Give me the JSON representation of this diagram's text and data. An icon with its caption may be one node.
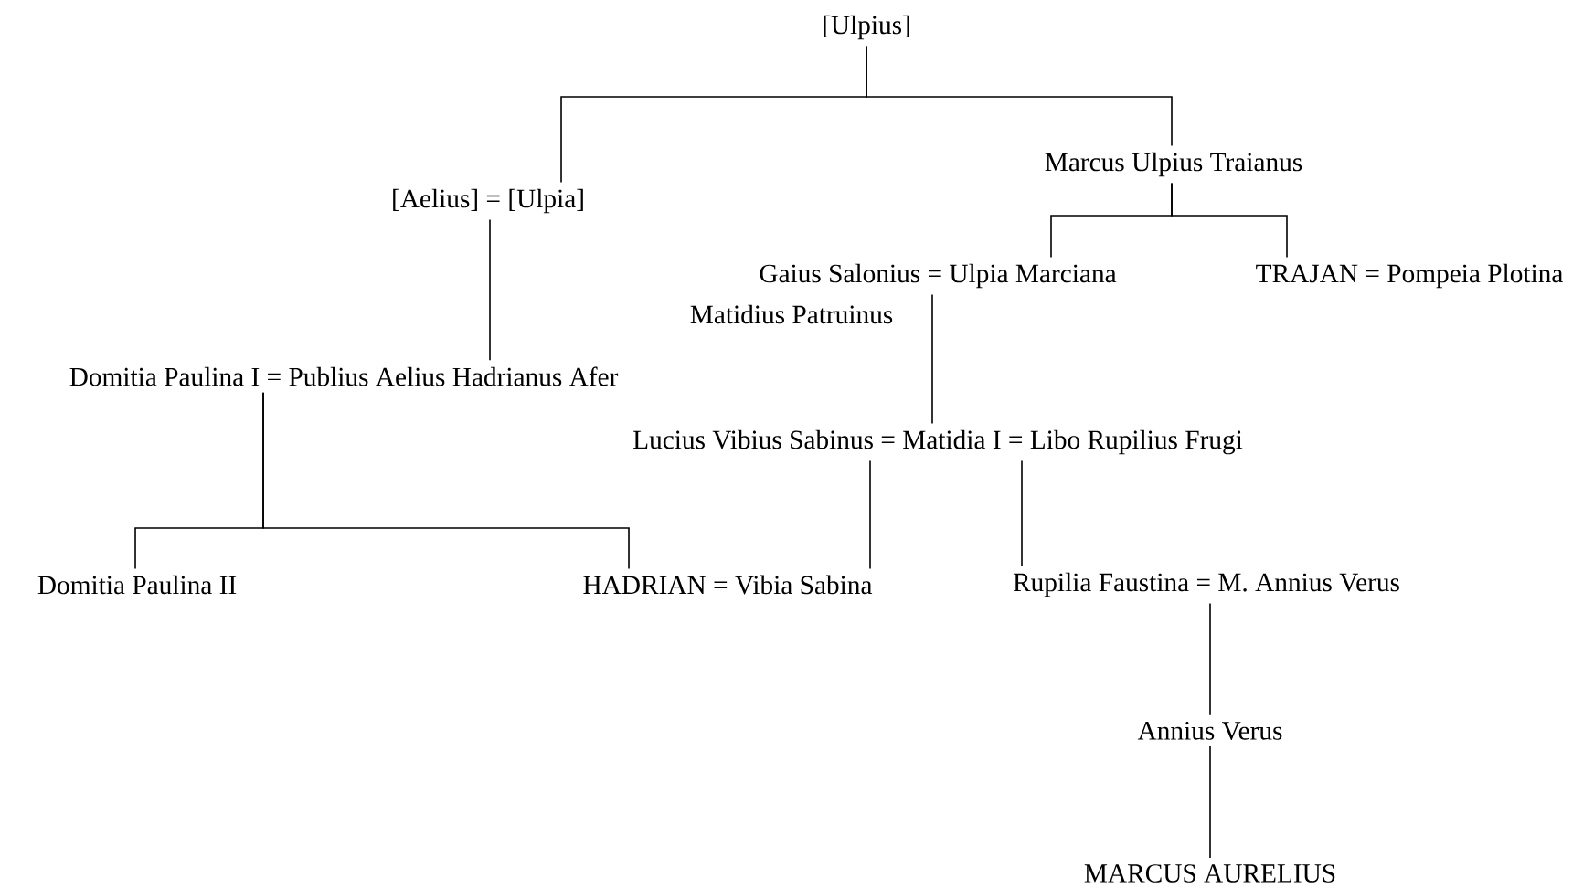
{
  "diagram": {
    "nodes": [
      {
        "text": [
          "[Ulpius]"
        ]
      },
      {
        "text": [
          "[Aelius] = [Ulpia]"
        ]
      },
      {
        "text": [
          "Marcus Ulpius Traianus"
        ]
      },
      {
        "text": [
          "Gaius Salonius = Ulpia Marciana",
          "Matidius Patruinus"
        ]
      },
      {
        "text": [
          "TRAJAN = Pompeia Plotina"
        ]
      },
      {
        "text": [
          "Domitia Paulina I = Publius Aelius Hadrianus Afer"
        ]
      },
      {
        "text": [
          "Lucius Vibius Sabinus = Matidia I = Libo Rupilius Frugi"
        ]
      },
      {
        "text": [
          "Domitia Paulina II"
        ]
      },
      {
        "text": [
          "HADRIAN = Vibia Sabina"
        ]
      },
      {
        "text": [
          "Rupilia Faustina = M. Annius Verus"
        ]
      },
      {
        "text": [
          "Annius Verus"
        ]
      },
      {
        "text": [
          "MARCUS AURELIUS"
        ]
      }
    ],
    "edges": [
      {
        "from": 0,
        "to": 1,
        "arrow": "none"
      },
      {
        "from": 0,
        "to": 2,
        "arrow": "none"
      },
      {
        "from": 2,
        "to": 3,
        "arrow": "none"
      },
      {
        "from": 2,
        "to": 4,
        "arrow": "none"
      },
      {
        "from": 1,
        "to": 5,
        "arrow": "none"
      },
      {
        "from": 3,
        "to": 6,
        "arrow": "none"
      },
      {
        "from": 5,
        "to": 7,
        "arrow": "none"
      },
      {
        "from": 5,
        "to": 8,
        "arrow": "none"
      },
      {
        "from": 6,
        "to": 8,
        "arrow": "none"
      },
      {
        "from": 6,
        "to": 9,
        "arrow": "none"
      },
      {
        "from": 9,
        "to": 10,
        "arrow": "none"
      },
      {
        "from": 10,
        "to": 11,
        "arrow": "none"
      }
    ]
  }
}
